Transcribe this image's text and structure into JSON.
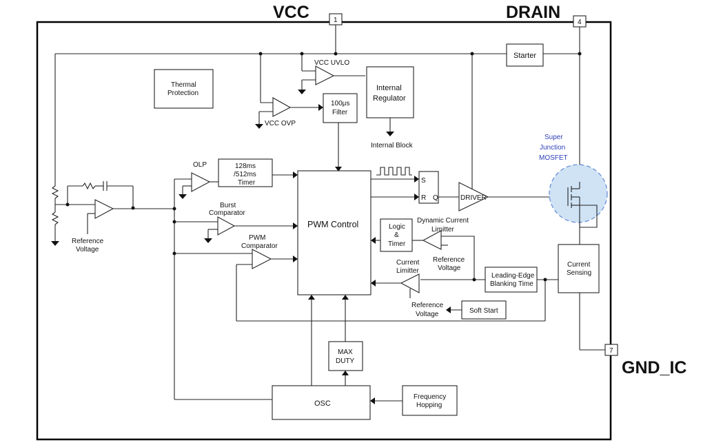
{
  "pins": {
    "vcc": {
      "name": "VCC",
      "number": "1"
    },
    "drain": {
      "name": "DRAIN",
      "number": "4"
    },
    "gnd": {
      "name": "GND_IC",
      "number": "7"
    }
  },
  "blocks": {
    "starter": "Starter",
    "thermal_l1": "Thermal",
    "thermal_l2": "Protection",
    "internal_reg_l1": "Internal",
    "internal_reg_l2": "Regulator",
    "internal_block": "Internal Block",
    "filter_l1": "100μs",
    "filter_l2": "Filter",
    "timer_l1": "128ms",
    "timer_l2": "/512ms",
    "timer_l3": "Timer",
    "pwm_control": "PWM Control",
    "logic_l1": "Logic",
    "logic_l2": "&",
    "logic_l3": "Timer",
    "driver": "DRIVER",
    "leb_l1": "Leading-Edge",
    "leb_l2": "Blanking Time",
    "current_sensing_l1": "Current",
    "current_sensing_l2": "Sensing",
    "soft_start": "Soft Start",
    "max_duty_l1": "MAX",
    "max_duty_l2": "DUTY",
    "osc": "OSC",
    "freq_hop_l1": "Frequency",
    "freq_hop_l2": "Hopping",
    "latch_s": "S",
    "latch_r": "R",
    "latch_q": "Q"
  },
  "labels": {
    "vcc_uvlo": "VCC UVLO",
    "vcc_ovp": "VCC OVP",
    "olp": "OLP",
    "burst_l1": "Burst",
    "burst_l2": "Comparator",
    "pwm_comp_l1": "PWM",
    "pwm_comp_l2": "Comparator",
    "ref_voltage_l1": "Reference",
    "ref_voltage_l2": "Voltage",
    "ref_voltage2_l1": "Reference",
    "ref_voltage2_l2": "Voltage",
    "ref_voltage3_l1": "Reference",
    "ref_voltage3_l2": "Voltage",
    "dyn_current_l1": "Dynamic Current",
    "dyn_current_l2": "Limitter",
    "current_limitter_l1": "Current",
    "current_limitter_l2": "Limitter",
    "mosfet_l1": "Super",
    "mosfet_l2": "Junction",
    "mosfet_l3": "MOSFET"
  },
  "colors": {
    "mosfet_highlight": "#cfe3f5",
    "mosfet_outline": "#6b8fd6",
    "mosfet_label": "#2f3fb8"
  }
}
